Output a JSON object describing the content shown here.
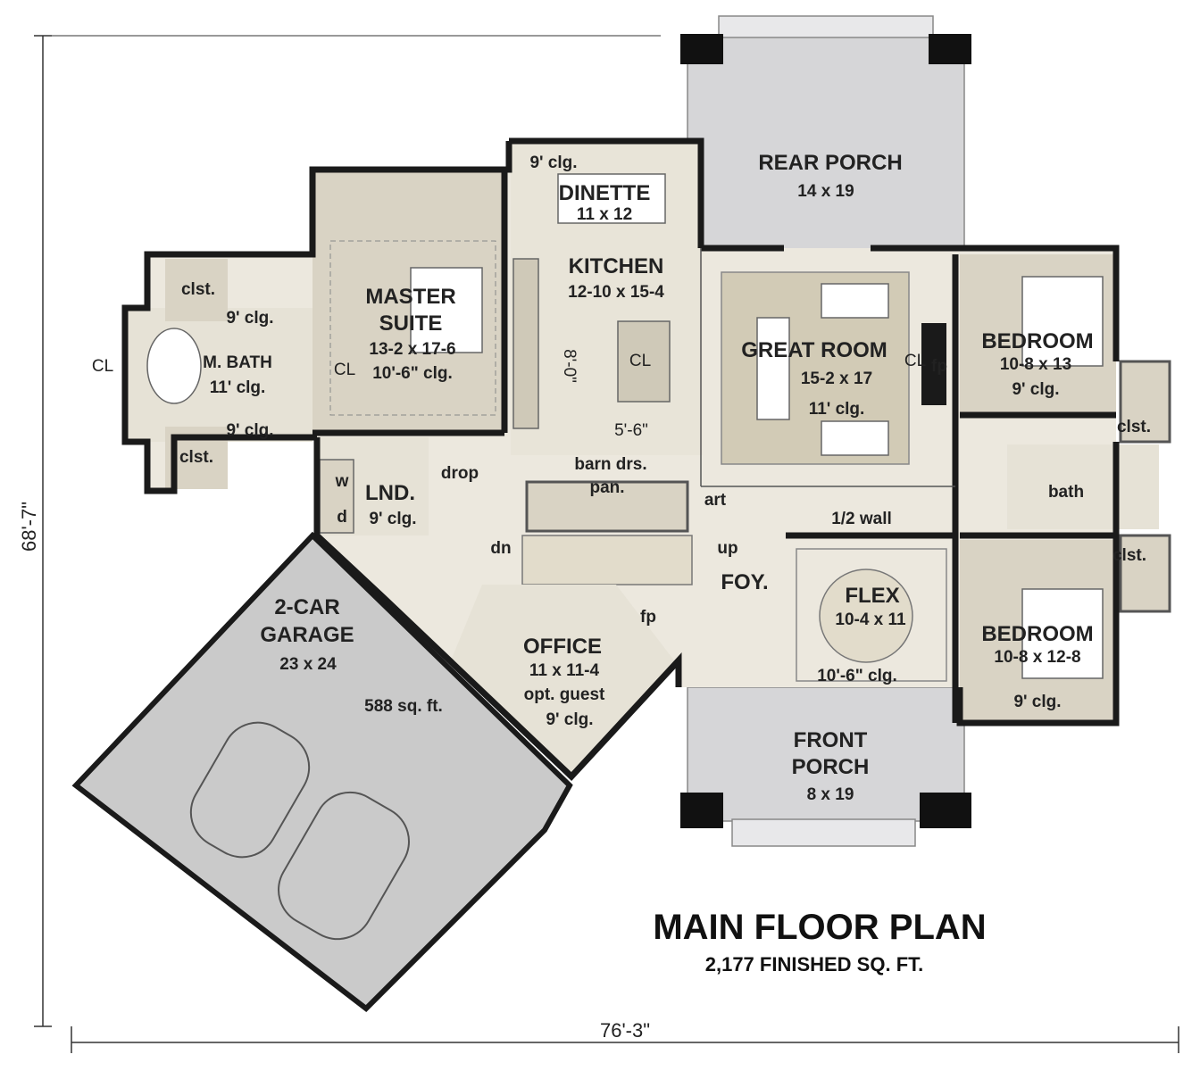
{
  "colors": {
    "room_fill": "#d9d3c4",
    "floor_fill": "#ece8de",
    "porch_fill": "#d6d6d8",
    "garage_fill": "#cacaca",
    "great_rug": "#d2cbb6",
    "wall": "#1a1a1a",
    "text": "#222222"
  },
  "title": "MAIN FLOOR PLAN",
  "subtitle": "2,177 FINISHED SQ. FT.",
  "dimensions": {
    "width": "76'-3\"",
    "depth": "68'-7\""
  },
  "rooms": {
    "rear_porch": {
      "name": "REAR PORCH",
      "size": "14 x 19"
    },
    "dinette": {
      "name": "DINETTE",
      "size": "11 x 12",
      "ceiling": "9' clg."
    },
    "kitchen": {
      "name": "KITCHEN",
      "size": "12-10 x 15-4",
      "island_len": "8'-0\"",
      "island_w": "5'-6\"",
      "cl": "CL"
    },
    "master_suite": {
      "name1": "MASTER",
      "name2": "SUITE",
      "size": "13-2 x 17-6",
      "ceiling": "10'-6\" clg.",
      "cl": "CL"
    },
    "m_bath": {
      "name": "M. BATH",
      "ceiling": "11' clg.",
      "cl": "CL",
      "upper_clg": "9' clg.",
      "lower_clg": "9' clg.",
      "clst_top": "clst.",
      "clst_bottom": "clst."
    },
    "great_room": {
      "name": "GREAT ROOM",
      "size": "15-2 x 17",
      "ceiling": "11' clg.",
      "cl": "CL",
      "fp": "fp"
    },
    "bedroom1": {
      "name": "BEDROOM",
      "size": "10-8 x 13",
      "ceiling": "9' clg.",
      "clst": "clst."
    },
    "bath": {
      "name": "bath",
      "clst": "clst."
    },
    "bedroom2": {
      "name": "BEDROOM",
      "size": "10-8 x 12-8",
      "ceiling": "9' clg."
    },
    "laundry": {
      "name": "LND.",
      "ceiling": "9' clg.",
      "w": "w",
      "d": "d"
    },
    "misc": {
      "drop": "drop",
      "barn": "barn drs.",
      "pan": "pan.",
      "art": "art",
      "half_wall": "1/2 wall",
      "dn": "dn",
      "up": "up"
    },
    "foyer": {
      "name": "FOY."
    },
    "flex": {
      "name": "FLEX",
      "size": "10-4 x 11",
      "ceiling": "10'-6\" clg."
    },
    "office": {
      "name": "OFFICE",
      "size": "11 x 11-4",
      "note": "opt. guest",
      "ceiling": "9' clg.",
      "fp": "fp"
    },
    "garage": {
      "name1": "2-CAR",
      "name2": "GARAGE",
      "size": "23 x 24",
      "area": "588 sq. ft."
    },
    "front_porch": {
      "name1": "FRONT",
      "name2": "PORCH",
      "size": "8 x 19"
    }
  }
}
